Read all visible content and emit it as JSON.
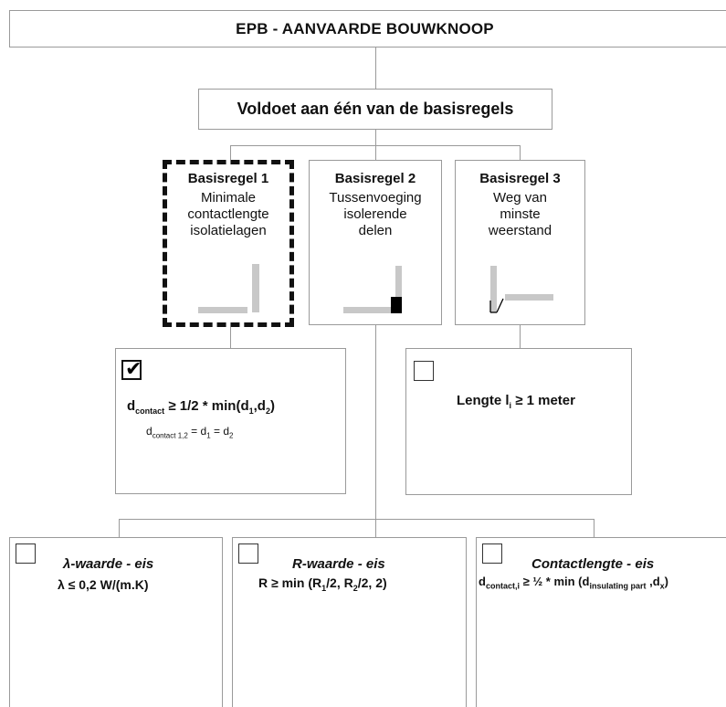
{
  "title": "EPB - AANVAARDE BOUWKNOOP",
  "rules_header": "Voldoet aan één van de basisregels",
  "rules": [
    {
      "heading": "Basisregel 1",
      "desc": [
        "Minimale",
        "contactlengte",
        "isolatielagen"
      ]
    },
    {
      "heading": "Basisregel 2",
      "desc": [
        "Tussenvoeging",
        "isolerende",
        "delen"
      ]
    },
    {
      "heading": "Basisregel 3",
      "desc": [
        "Weg van",
        "minste",
        "weerstand"
      ]
    }
  ],
  "rule1_check": {
    "checked": true,
    "formula_parts": [
      "d",
      "contact",
      " ≥ 1/2 * min(d",
      "1",
      ",d",
      "2",
      ")"
    ],
    "subline_parts": [
      "d",
      "contact 1,2",
      " = d",
      "1",
      " = d",
      "2"
    ]
  },
  "rule3_check": {
    "checked": false,
    "formula_parts": [
      "Lengte l",
      "i",
      " ≥ 1 meter"
    ]
  },
  "requirements": [
    {
      "title_parts": [
        "λ-waarde",
        " - ",
        "eis"
      ],
      "formula_parts": [
        "λ ≤ 0,2 W/(m.K)"
      ]
    },
    {
      "title_parts": [
        "R-waarde",
        " - ",
        "eis"
      ],
      "formula_parts": [
        "R ≥ min (R",
        "1",
        "/2, R",
        "2",
        "/2, 2)"
      ]
    },
    {
      "title_parts": [
        "Contactlengte",
        " - ",
        "eis"
      ],
      "formula_parts": [
        "d",
        "contact,i",
        " ≥ ½ * min (d",
        "insulating part",
        " ,d",
        "x",
        ")"
      ]
    }
  ],
  "colors": {
    "border": "#9a9a9a",
    "insulation": "#c8c8c8",
    "highlight": "#111111"
  },
  "icons": {
    "checked": "checkmark-icon",
    "unchecked": "empty-checkbox"
  }
}
